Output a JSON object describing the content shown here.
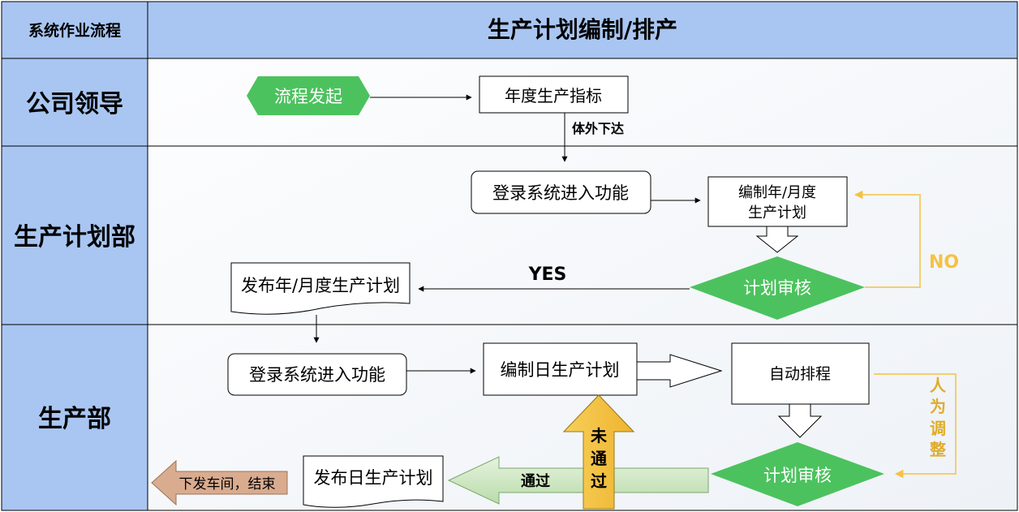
{
  "header": {
    "left_label": "系统作业流程",
    "title": "生产计划编制/排产"
  },
  "lanes": [
    {
      "label": "公司领导"
    },
    {
      "label": "生产计划部"
    },
    {
      "label": "生产部"
    }
  ],
  "nodes": {
    "start": "流程发起",
    "annual_target": "年度生产指标",
    "deliver_offline": "体外下达",
    "login_plan_dept": "登录系统进入功能",
    "compile_plan_line1": "编制年/月度",
    "compile_plan_line2": "生产计划",
    "review_plan": "计划审核",
    "yes_label": "YES",
    "no_label": "NO",
    "publish_plan": "发布年/月度生产计划",
    "login_prod_dept": "登录系统进入功能",
    "compile_daily": "编制日生产计划",
    "auto_schedule": "自动排程",
    "manual_adjust": [
      "人",
      "为",
      "调",
      "整"
    ],
    "review_daily": "计划审核",
    "rejected": [
      "未",
      "通",
      "过"
    ],
    "passed": "通过",
    "publish_daily": "发布日生产计划",
    "end": "下发车间，结束"
  },
  "colors": {
    "header_bg": "#a9c6f2",
    "lane_label_bg": "#a9c6f2",
    "grid_line": "#000000",
    "green": "#4cc25e",
    "gold": "#f5c241",
    "light_green": "#cfe8c6",
    "brown": "#d9ab8f"
  }
}
